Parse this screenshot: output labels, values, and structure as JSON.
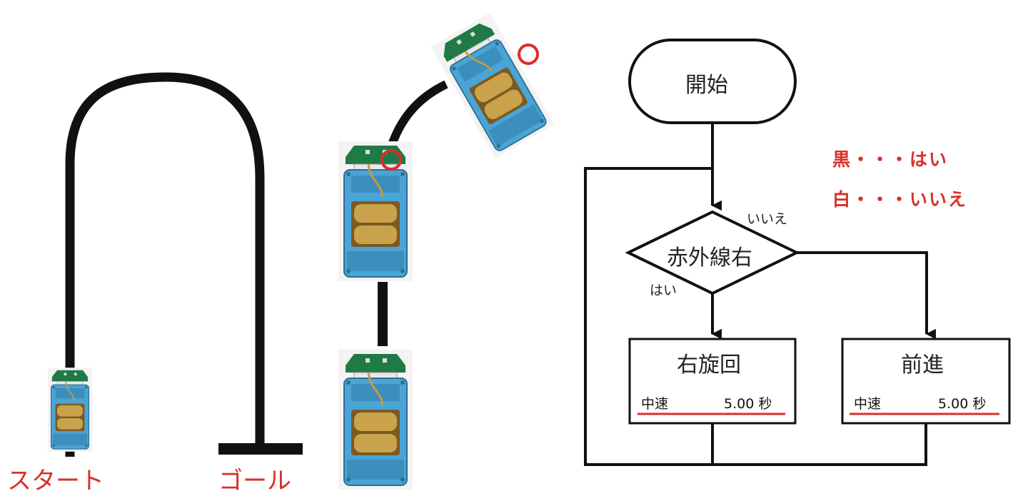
{
  "course": {
    "start_label": "スタート",
    "goal_label": "ゴール"
  },
  "flowchart": {
    "start": "開始",
    "decision": "赤外線右",
    "yes_label": "はい",
    "no_label": "いいえ",
    "turn_right": {
      "title": "右旋回",
      "speed": "中速",
      "duration": "5.00 秒"
    },
    "forward": {
      "title": "前進",
      "speed": "中速",
      "duration": "5.00 秒"
    }
  },
  "legend": {
    "black": "黒・・・はい",
    "white": "白・・・いいえ"
  },
  "colors": {
    "annotation": "#d8302a",
    "robot_body": "#4aa5d6",
    "sensor_board": "#1f7a45",
    "battery": "#b8923f"
  }
}
